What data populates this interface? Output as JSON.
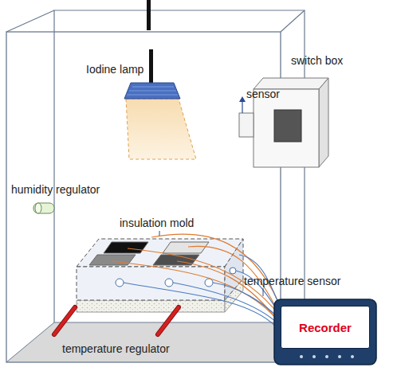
{
  "diagram": {
    "nodes": [
      {
        "text": [
          "Recorder"
        ]
      }
    ],
    "labels": [
      "Iodine lamp",
      "switch box",
      "sensor",
      "humidity regulator",
      "insulation mold",
      "temperature sensor",
      "temperature regulator"
    ]
  }
}
